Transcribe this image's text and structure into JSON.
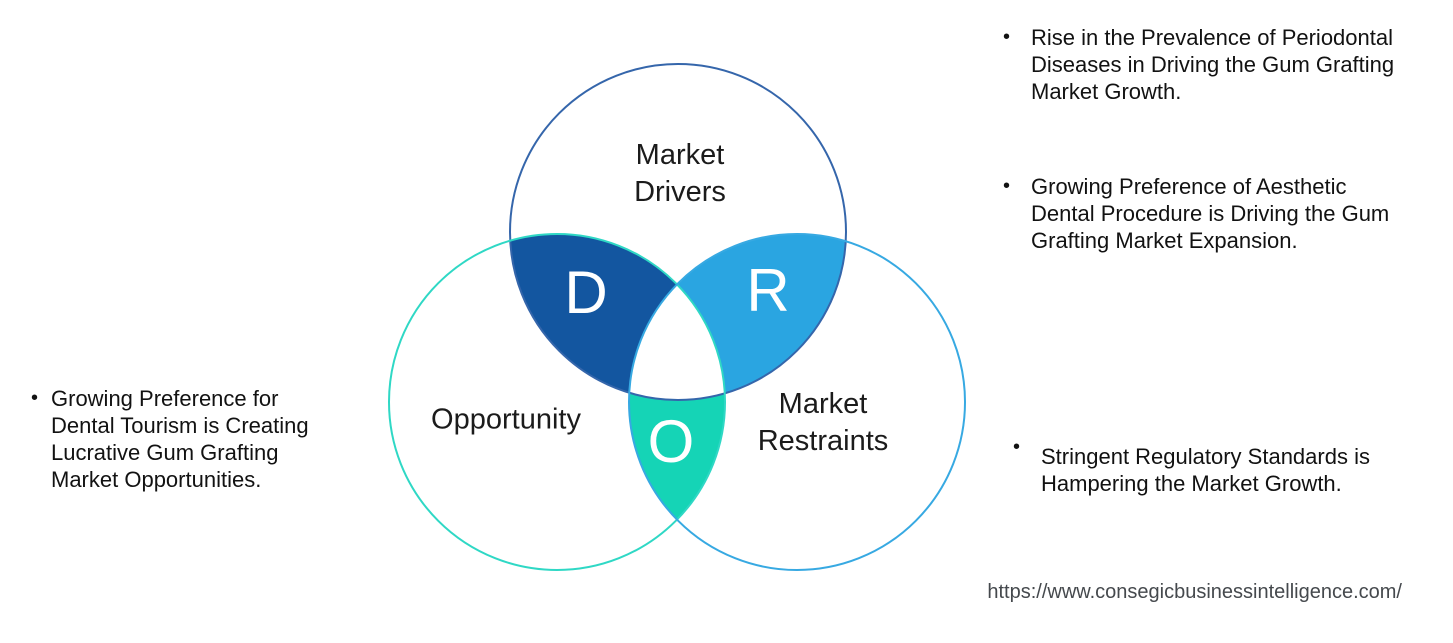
{
  "venn": {
    "drivers": {
      "label_line1": "Market",
      "label_line2": "Drivers",
      "letter": "D",
      "overlap_fill": "#1356a0",
      "circle_stroke": "#3566ab"
    },
    "opportunity": {
      "label": "Opportunity",
      "letter": "O",
      "overlap_fill": "#15d4b6",
      "circle_stroke": "#2fd8c5"
    },
    "restraints": {
      "label_line1": "Market",
      "label_line2": "Restraints",
      "letter": "R",
      "overlap_fill": "#2aa5e1",
      "circle_stroke": "#37a9e2"
    }
  },
  "bullets": {
    "dot": "•",
    "right_top": {
      "lines": [
        "Rise in the Prevalence of Periodontal",
        "Diseases in Driving the Gum Grafting",
        "Market Growth."
      ]
    },
    "right_middle": {
      "lines": [
        "Growing Preference of Aesthetic",
        "Dental Procedure is Driving the Gum",
        "Grafting Market Expansion."
      ]
    },
    "right_bottom": {
      "lines": [
        "Stringent Regulatory Standards is",
        "Hampering the Market Growth."
      ]
    },
    "left": {
      "lines": [
        "Growing Preference for",
        "Dental Tourism is Creating",
        "Lucrative Gum Grafting",
        "Market Opportunities."
      ]
    }
  },
  "footer": {
    "url": "https://www.consegicbusinessintelligence.com/"
  }
}
